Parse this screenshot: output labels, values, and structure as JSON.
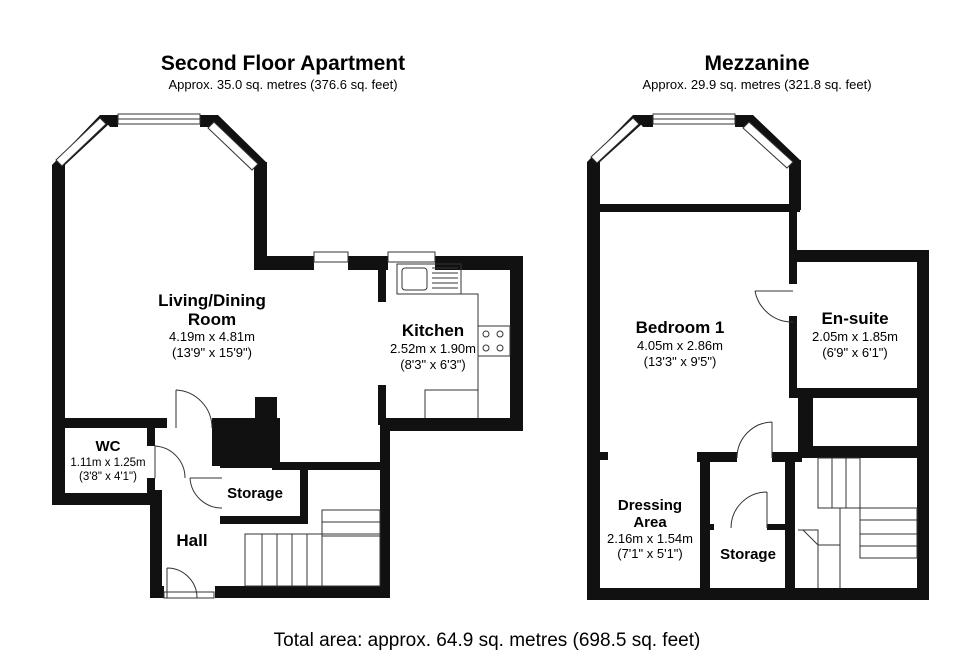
{
  "plans": [
    {
      "title": "Second Floor Apartment",
      "area": "Approx. 35.0 sq. metres (376.6 sq. feet)",
      "rooms": {
        "living": {
          "name_line1": "Living/Dining",
          "name_line2": "Room",
          "metric": "4.19m x 4.81m",
          "imperial": "(13'9\" x 15'9\")"
        },
        "kitchen": {
          "name": "Kitchen",
          "metric": "2.52m x 1.90m",
          "imperial": "(8'3\" x 6'3\")"
        },
        "wc": {
          "name": "WC",
          "metric": "1.11m x 1.25m",
          "imperial": "(3'8\" x 4'1\")"
        },
        "storage": {
          "name": "Storage"
        },
        "hall": {
          "name": "Hall"
        }
      }
    },
    {
      "title": "Mezzanine",
      "area": "Approx. 29.9 sq. metres (321.8 sq. feet)",
      "rooms": {
        "bedroom": {
          "name": "Bedroom 1",
          "metric": "4.05m x 2.86m",
          "imperial": "(13'3\" x 9'5\")"
        },
        "ensuite": {
          "name": "En-suite",
          "metric": "2.05m x 1.85m",
          "imperial": "(6'9\" x 6'1\")"
        },
        "dressing": {
          "name_line1": "Dressing",
          "name_line2": "Area",
          "metric": "2.16m x 1.54m",
          "imperial": "(7'1\" x 5'1\")"
        },
        "storage": {
          "name": "Storage"
        }
      }
    }
  ],
  "total_area": "Total area: approx. 64.9 sq. metres (698.5 sq. feet)"
}
